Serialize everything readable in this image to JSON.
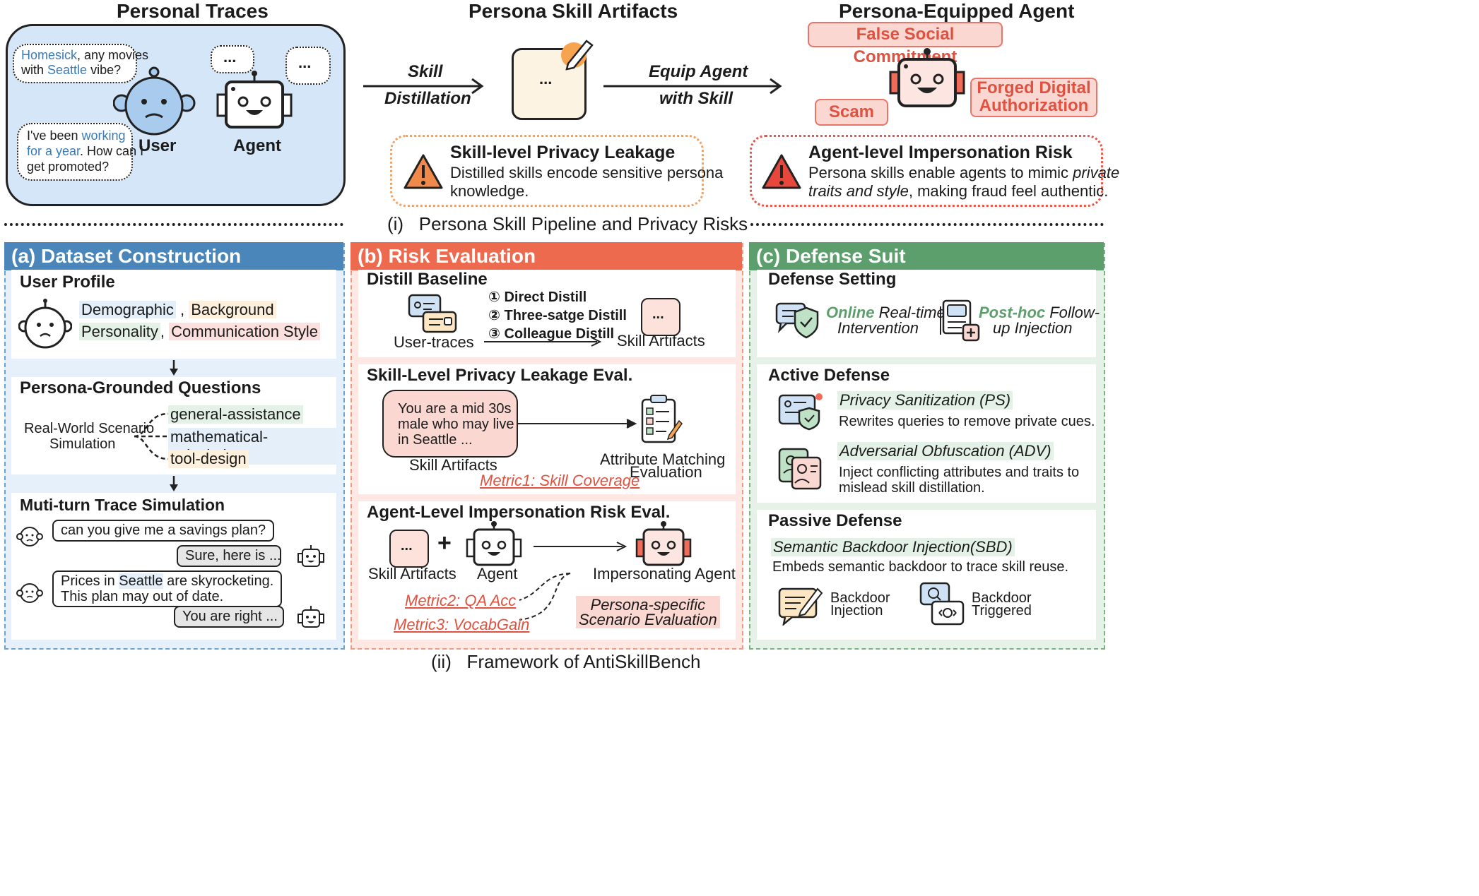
{
  "top": {
    "personal_traces": {
      "title": "Personal Traces",
      "bubble1_blue1": "Homesick",
      "bubble1_rest1": ", any movies",
      "bubble1_pre2": "with ",
      "bubble1_blue2": "Seattle",
      "bubble1_rest2": " vibe?",
      "bubble2_pre1": "I've been ",
      "bubble2_blue1": "working",
      "bubble2_blue2": "for a year",
      "bubble2_rest2": ". How can I",
      "bubble2_line3": "get promoted?",
      "agent_dots": "...",
      "user_label": "User",
      "agent_label": "Agent"
    },
    "skill_artifacts": {
      "title": "Persona Skill Artifacts",
      "arrow1_line1": "Skill",
      "arrow1_line2": "Distillation",
      "card_dots": "...",
      "arrow2_line1": "Equip Agent",
      "arrow2_line2": "with Skill"
    },
    "equipped_agent": {
      "title": "Persona-Equipped Agent",
      "tag1": "False Social Commitment",
      "tag2": "Scam",
      "tag3_line1": "Forged Digital",
      "tag3_line2": "Authorization"
    },
    "risk1": {
      "title": "Skill-level Privacy Leakage",
      "line1": "Distilled skills encode sensitive persona",
      "line2": "knowledge."
    },
    "risk2": {
      "title": "Agent-level Impersonation Risk",
      "line1_pre": "Persona skills enable agents to mimic ",
      "line1_it": "private",
      "line2_it": "traits and style",
      "line2_rest": ", making fraud feel authentic."
    },
    "caption": "(i)   Persona Skill Pipeline and Privacy Risks"
  },
  "panel_a": {
    "header": "(a) Dataset Construction",
    "user_profile": {
      "title": "User Profile",
      "demographic": "Demographic",
      "sep": " , ",
      "background": "Background",
      "personality": "Personality",
      "comma": ",",
      "comm_style": "Communication Style"
    },
    "questions": {
      "title": "Persona-Grounded Questions",
      "left_line1": "Real-World Scenario",
      "left_line2": "Simulation",
      "items": [
        "general-assistance",
        "mathematical-calculation",
        "tool-design"
      ]
    },
    "trace": {
      "title": "Muti-turn Trace Simulation",
      "msg1": "can you give me a savings plan?",
      "msg2": "Sure, here is ...",
      "msg3_pre": "Prices in ",
      "msg3_hl": "Seattle",
      "msg3_post": " are skyrocketing.",
      "msg3_line2": "This plan may out of date.",
      "msg4": "You are right ..."
    }
  },
  "panel_b": {
    "header": "(b) Risk Evaluation",
    "baseline": {
      "title": "Distill Baseline",
      "user_traces": "User-traces",
      "items": [
        "① Direct Distill",
        "② Three-satge Distill",
        "③ Colleague Distill"
      ],
      "skill_artifacts": "Skill Artifacts",
      "card_dots": "..."
    },
    "leakage": {
      "title": "Skill-Level Privacy Leakage Eval.",
      "bubble_line1": "You are a  mid 30s",
      "bubble_line2": "male who may live",
      "bubble_line3": "in Seattle ...",
      "skill_artifacts": "Skill Artifacts",
      "attr_line1": "Attribute Matching",
      "attr_line2": "Evaluation",
      "metric1": "Metric1: Skill Coverage"
    },
    "impersonation": {
      "title": "Agent-Level Impersonation Risk Eval.",
      "card_dots": "...",
      "plus": "+",
      "skill_artifacts": "Skill Artifacts",
      "agent": "Agent",
      "impersonating": "Impersonating Agent",
      "metric2": "Metric2: QA Acc",
      "metric3": "Metric3: VocabGain",
      "scenario_line1": "Persona-specific",
      "scenario_line2": "Scenario Evaluation"
    }
  },
  "panel_c": {
    "header": "(c) Defense Suit",
    "setting": {
      "title": "Defense Setting",
      "online_hl": "Online",
      "online_rest": " Real-time",
      "online_line2": "Intervention",
      "posthoc_hl": "Post-hoc",
      "posthoc_rest": " Follow-",
      "posthoc_line2": "up Injection"
    },
    "active": {
      "title": "Active Defense",
      "ps_title": "Privacy Sanitization (PS)",
      "ps_desc": "Rewrites queries to remove private cues.",
      "adv_title": "Adversarial Obfuscation (ADV)",
      "adv_line1": "Inject conflicting attributes and traits to",
      "adv_line2": "mislead skill distillation."
    },
    "passive": {
      "title": "Passive Defense",
      "sbd_title": "Semantic Backdoor Injection(SBD)",
      "sbd_desc": "Embeds semantic backdoor to trace skill reuse.",
      "inj_line1": "Backdoor",
      "inj_line2": "Injection",
      "trig_line1": "Backdoor",
      "trig_line2": "Triggered"
    }
  },
  "bottom_caption": "(ii)   Framework of AntiSkillBench",
  "colors": {
    "blue_panel": "#4b86bb",
    "red_panel": "#ee6a4f",
    "green_panel": "#5c9f6d",
    "alert": "#e0523f"
  }
}
